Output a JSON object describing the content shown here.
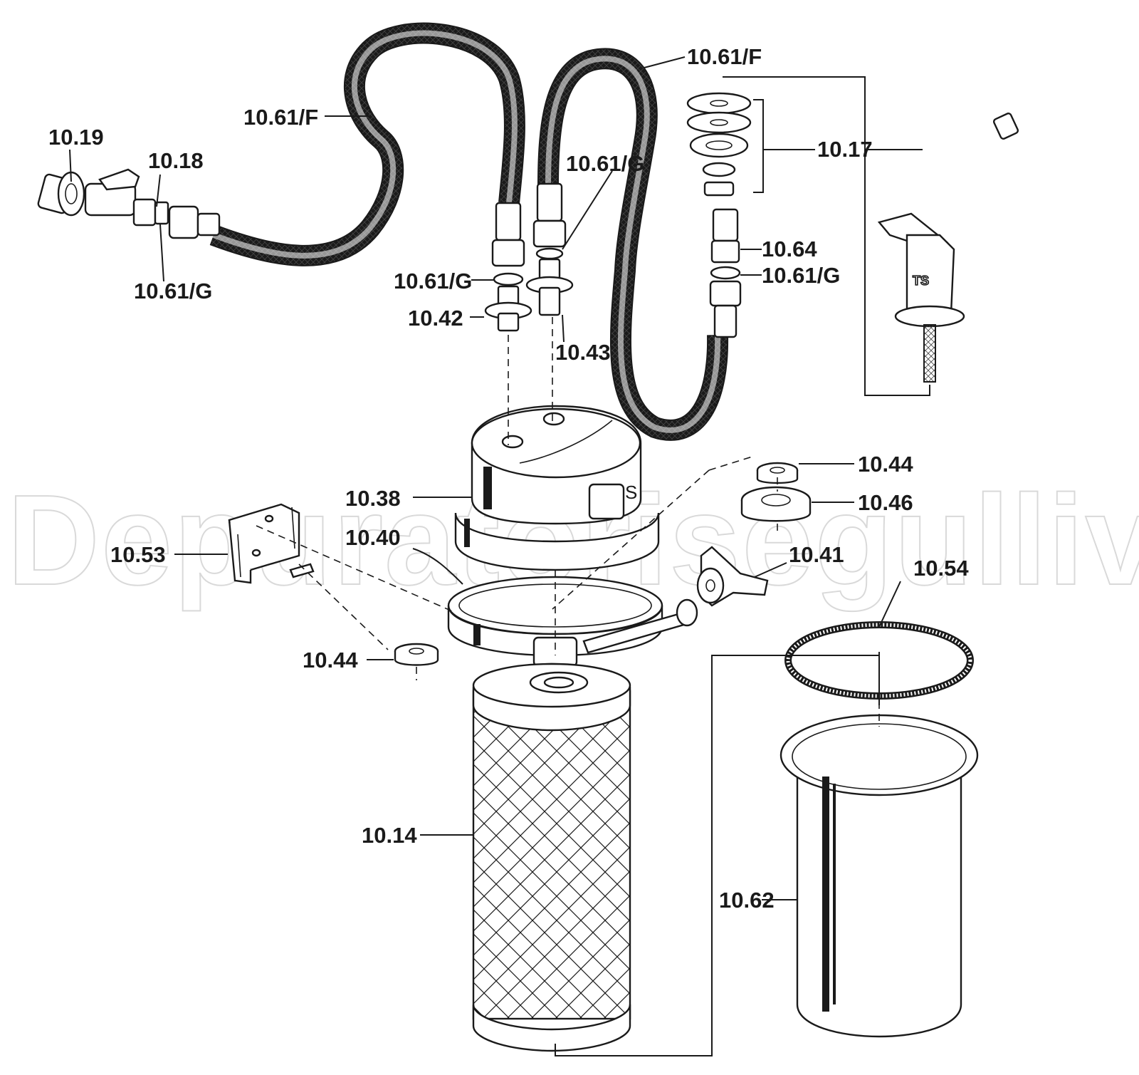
{
  "watermark": "Depuratorisegulliv.it",
  "labels": {
    "l_10_19": "10.19",
    "l_10_18": "10.18",
    "l_10_61g_a": "10.61/G",
    "l_10_61f_a": "10.61/F",
    "l_10_61f_b": "10.61/F",
    "l_10_61g_b": "10.61/G",
    "l_10_61g_c": "10.61/G",
    "l_10_42": "10.42",
    "l_10_43": "10.43",
    "l_10_17": "10.17",
    "l_10_64": "10.64",
    "l_10_61g_d": "10.61/G",
    "l_10_44_a": "10.44",
    "l_10_46": "10.46",
    "l_10_38": "10.38",
    "l_10_40": "10.40",
    "l_10_53": "10.53",
    "l_10_41": "10.41",
    "l_10_54": "10.54",
    "l_10_44_b": "10.44",
    "l_10_14": "10.14",
    "l_10_62": "10.62"
  },
  "cap_logo": "S"
}
